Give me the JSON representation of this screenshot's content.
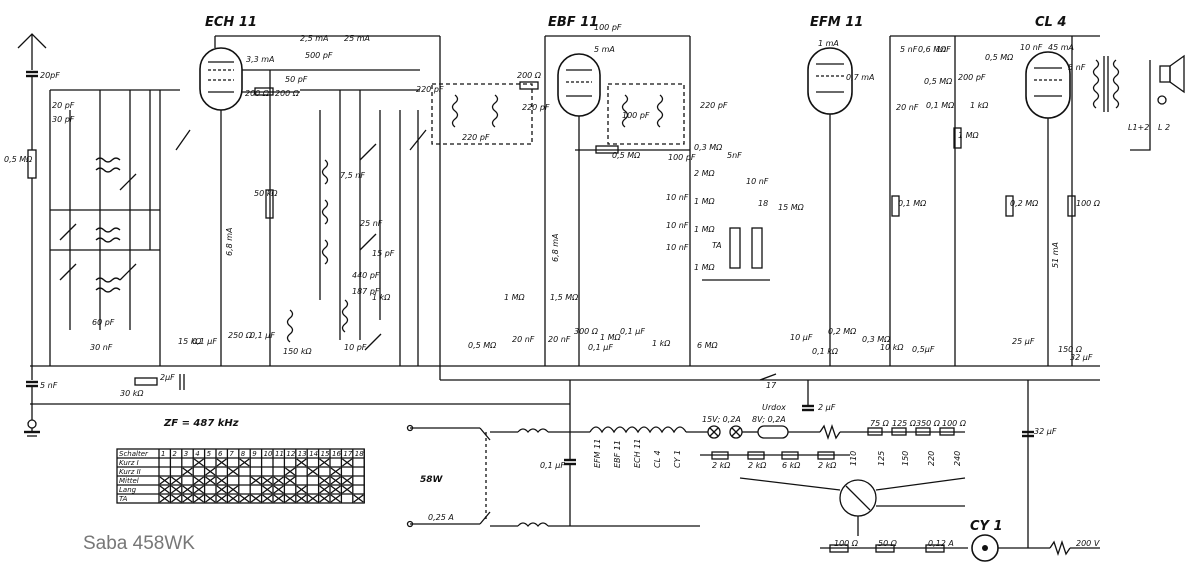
{
  "title": "Saba 458WK",
  "tubes": {
    "ech11": "ECH 11",
    "ebf11": "EBF 11",
    "efm11": "EFM 11",
    "cl4": "CL 4",
    "cy1": "CY 1"
  },
  "if_note": "ZF = 487 kHz",
  "power_label": "58W",
  "fuse_label": "0,25 A",
  "pilot_lamp": "15V; 0,2A",
  "urdox": "Urdox",
  "urdox_rating": "8V; 0,2A",
  "mains_voltages": [
    "110",
    "125",
    "150",
    "220",
    "240"
  ],
  "speaker_terminals": "L1+2",
  "speaker_terminal_2": "L 2",
  "ta_label": "TA",
  "values": {
    "c_ant": "20pF",
    "r_ant": "0,5 MΩ",
    "c_bottom": "5 nF",
    "r_30k": "30 kΩ",
    "c_2uf": "2μF",
    "c_20pf_band": "20 pF",
    "c_30pf_band": "30 pF",
    "c_60pf": "60 pF",
    "c_30nf": "30 nF",
    "ech_grid": "3,3 mA",
    "ech_r200": "200 Ω",
    "ech_anode_ma": "2,5 mA",
    "ech_c500": "500 pF",
    "ech_c50": "50 pF",
    "ech_r200b": "200 Ω",
    "ech_r50k": "50 kΩ",
    "ech_cathode_ma": "6,8 mA",
    "ech_r15k": "15 kΩ",
    "ech_c01": "0,1 μF",
    "ech_r250": "250 Ω",
    "ech_c01b": "0,1 μF",
    "ech_r150k": "150 kΩ",
    "osc_c75": "7,5 nF",
    "osc_c25": "25 nF",
    "osc_c15": "15 pF",
    "osc_c440": "440 pF",
    "osc_c187": "187 pF",
    "osc_c10": "10 pF",
    "osc_r1k": "1 kΩ",
    "if1_c220a": "220 pF",
    "if1_c220b": "220 pF",
    "if1_c220c": "220 pF",
    "if1_r200": "200 Ω",
    "ebf_c100": "100 pF",
    "ebf_ma": "5 mA",
    "ebf_c100b": "100 pF",
    "ebf_c220": "220 pF",
    "ebf_r03": "0,3 MΩ",
    "ebf_r05": "0,5 MΩ",
    "ebf_c100c": "100 pF",
    "ebf_r2m": "2 MΩ",
    "ebf_c5nf": "5nF",
    "ebf_c10nf_a": "10 nF",
    "ebf_r1m": "1 MΩ",
    "ebf_c10nf_b": "10 nF",
    "ebf_r1m_b": "1 MΩ",
    "ebf_c10nf_c": "10 nF",
    "ebf_r1m_c": "1 MΩ",
    "ebf_c10nf_d": "10 nF",
    "ebf_c15m": "15 MΩ",
    "ebf_cathode_ma": "6,8 mA",
    "ebf_r1m5": "1,5 MΩ",
    "ebf_r1mg": "1 MΩ",
    "ebf_r300": "300 Ω",
    "ebf_c20nf": "20 nF",
    "ebf_c20nf_b": "20 nF",
    "ebf_c01": "0,1 μF",
    "ebf_r1m_d": "1 MΩ",
    "ebf_r6m": "6 MΩ",
    "ebf_r05m": "0,5 MΩ",
    "ebf_c01b": "0,1 μF",
    "ebf_r1k": "1 kΩ",
    "efm_ma": "1 mA",
    "efm_ma2": "0,7 mA",
    "efm_c10": "10 μF",
    "efm_r01": "0,1 kΩ",
    "efm_r02": "0,2 MΩ",
    "efm_r03": "0,3 MΩ",
    "efm_r10k": "10 kΩ",
    "efm_c05": "0,5μF",
    "efm_c5nf": "5 nF",
    "efm_r06": "0,6 MΩ",
    "efm_c1nf": "1nF",
    "efm_r05b": "0,5 MΩ",
    "efm_c200": "200 pF",
    "efm_c20nf": "20 nF",
    "efm_r01m": "0,1 MΩ",
    "efm_r1k": "1 kΩ",
    "efm_r1m": "1 MΩ",
    "efm_r01mb": "0,1 MΩ",
    "cl_c10": "10 nF",
    "cl_ma": "45 mA",
    "cl_c5": "5 nF",
    "cl_r05": "0,5 MΩ",
    "cl_r02": "0,2 MΩ",
    "cl_ma51": "51 mA",
    "cl_r100": "100 Ω",
    "cl_c25": "25 μF",
    "cl_r150": "150 Ω",
    "cl_c32": "32 μF",
    "ps_c2": "2 μF",
    "ps_c32": "32 μF",
    "ps_c01": "0,1 μF",
    "ps_r75": "75 Ω",
    "ps_r125": "125 Ω",
    "ps_r350": "350 Ω",
    "ps_r100": "100 Ω",
    "ps_r2k_a": "2 kΩ",
    "ps_r2k_b": "2 kΩ",
    "ps_r6k": "6 kΩ",
    "ps_r2k_c": "2 kΩ",
    "ps_r100b": "100 Ω",
    "ps_r50": "50 Ω",
    "ps_fuse": "0,12 A",
    "ps_r200v": "200 V",
    "switch_17": "17",
    "switch_18": "18",
    "ma_25": "25 mA"
  },
  "heater_labels": [
    "EFM 11",
    "EBF 11",
    "ECH 11",
    "CL 4",
    "CY 1"
  ],
  "switch_table": {
    "header_label": "Schalter",
    "columns": [
      "1",
      "2",
      "3",
      "4",
      "5",
      "6",
      "7",
      "8",
      "9",
      "10",
      "11",
      "12",
      "13",
      "14",
      "15",
      "16",
      "17",
      "18"
    ],
    "rows": [
      {
        "label": "Kurz I",
        "marks": [
          4,
          6,
          8,
          13,
          15,
          17
        ]
      },
      {
        "label": "Kurz II",
        "marks": [
          3,
          5,
          7,
          12,
          14,
          16
        ]
      },
      {
        "label": "Mittel",
        "marks": [
          1,
          2,
          4,
          5,
          6,
          9,
          10,
          11,
          12,
          15,
          16,
          17
        ]
      },
      {
        "label": "Lang",
        "marks": [
          1,
          2,
          3,
          4,
          6,
          7,
          10,
          11,
          13,
          15,
          16,
          17
        ]
      },
      {
        "label": "TA",
        "marks": [
          1,
          2,
          3,
          4,
          5,
          6,
          7,
          8,
          9,
          10,
          11,
          12,
          13,
          14,
          15,
          16,
          18
        ]
      }
    ]
  }
}
